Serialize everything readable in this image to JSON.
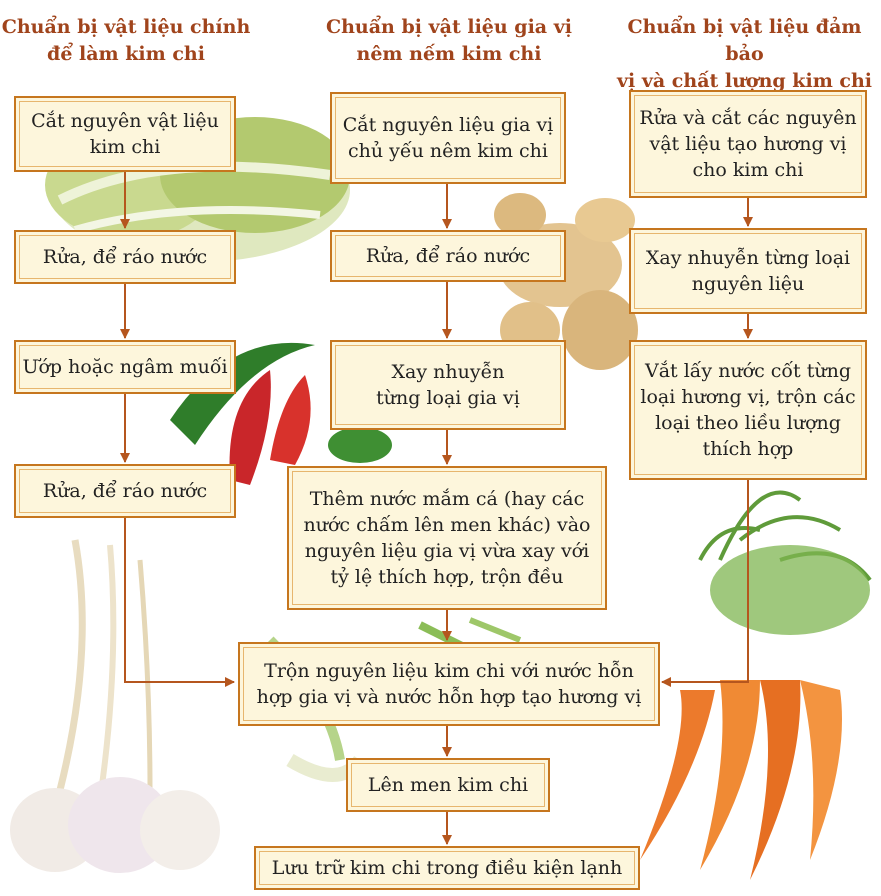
{
  "headings": [
    "Chuẩn bị vật liệu chính\nđể làm kim chi",
    "Chuẩn bị vật liệu gia vị\nnêm nếm kim chi",
    "Chuẩn bị vật liệu đảm bảo\nvị và chất lượng kim chi"
  ],
  "column1": {
    "step1": "Cắt nguyên vật liệu\nkim chi",
    "step2": "Rửa, để ráo nước",
    "step3": "Ướp hoặc ngâm muối",
    "step4": "Rửa, để ráo nước"
  },
  "column2": {
    "step1": "Cắt nguyên liệu gia vị\nchủ yếu nêm kim chi",
    "step2": "Rửa, để ráo nước",
    "step3": "Xay nhuyễn\ntừng loại  gia  vị",
    "step4": "Thêm nước mắm cá (hay  các\nnước chấm lên men khác) vào\nnguyên liệu gia vị vừa xay với\ntỷ lệ thích hợp, trộn đều"
  },
  "column3": {
    "step1": "Rửa và cắt các nguyên\nvật liệu tạo hương vị\ncho kim chi",
    "step2": "Xay nhuyễn từng loại\nnguyên liệu",
    "step3": "Vắt lấy nước cốt từng\nloại hương vị, trộn các\nloại theo liều lượng\nthích hợp"
  },
  "final": {
    "mix": "Trộn nguyên liệu kim chi với nước hỗn\nhợp gia vị và nước hỗn hợp tạo hương vị",
    "ferment": "Lên men kim chi",
    "store": "Lưu trữ kim chi trong điều kiện lạnh"
  },
  "colors": {
    "heading": "#a0441c",
    "box_fill": "#fdf6dc",
    "box_border": "#c6761e",
    "arrow": "#b5561e"
  },
  "illustrations": [
    "napa-cabbage",
    "ginger-root",
    "chili-peppers",
    "garlic-bulbs",
    "green-onions",
    "carrots"
  ]
}
